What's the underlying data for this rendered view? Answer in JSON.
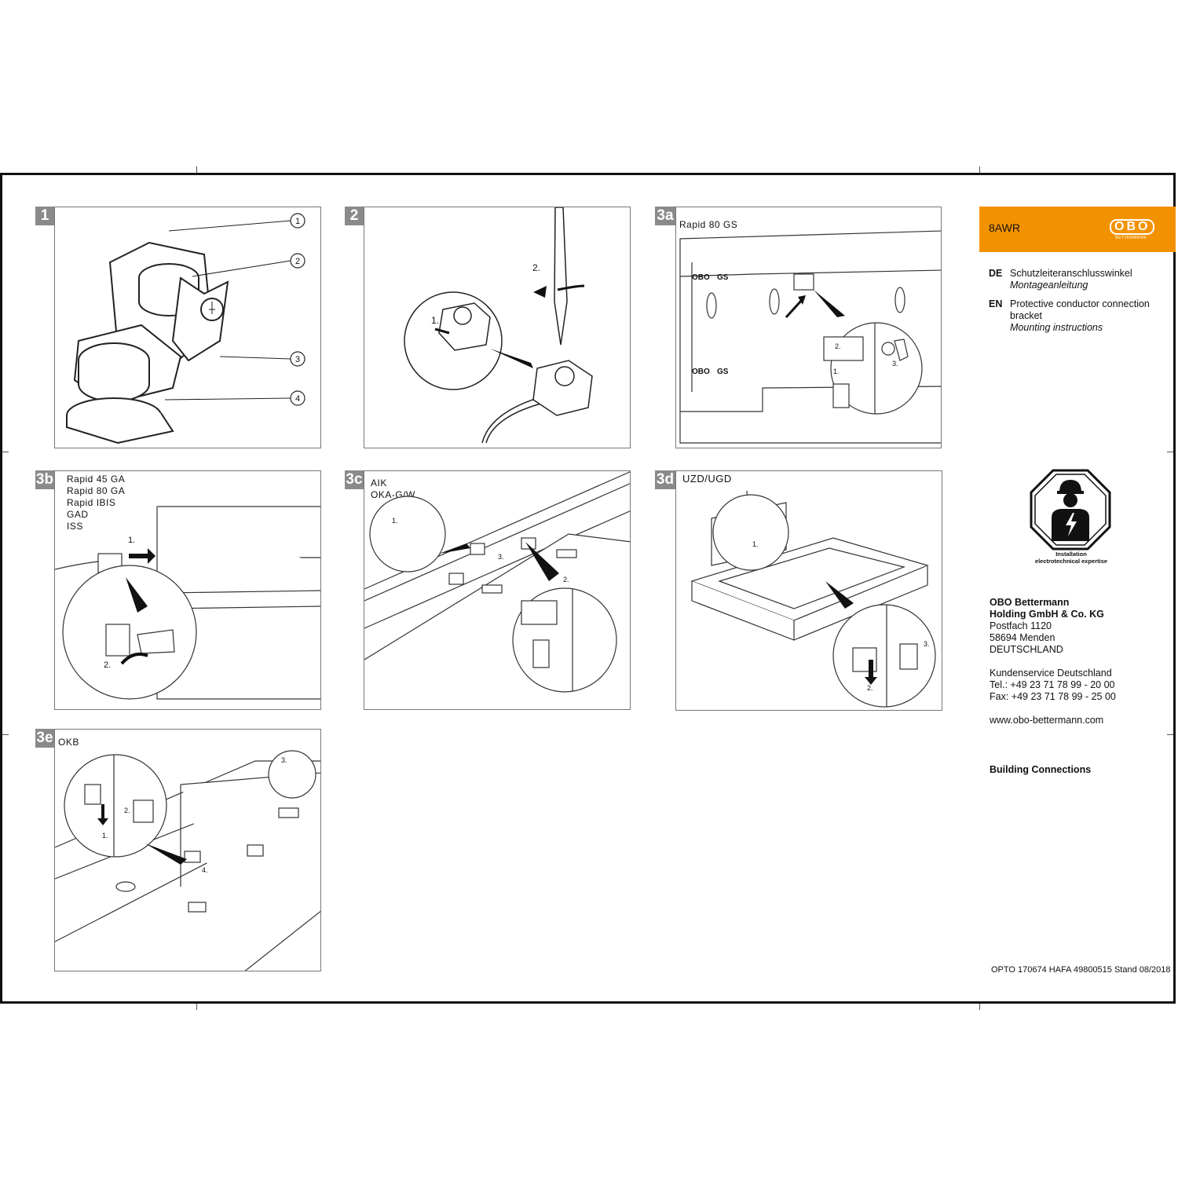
{
  "product": {
    "number": "8AWR",
    "brand_logo": "OBO",
    "brand_sub": "BETTERMANN"
  },
  "languages": [
    {
      "code": "DE",
      "title": "Schutzleiteranschlusswinkel",
      "subtitle": "Montageanleitung"
    },
    {
      "code": "EN",
      "title": "Protective conductor connection bracket",
      "subtitle": "Mounting instructions"
    }
  ],
  "warning": {
    "icon": "electrician-hazard-icon",
    "caption_line1": "Installation",
    "caption_line2": "electrotechnical expertise"
  },
  "company": {
    "name_line1": "OBO Bettermann",
    "name_line2": "Holding GmbH & Co. KG",
    "address": [
      "Postfach 1120",
      "58694 Menden",
      "DEUTSCHLAND"
    ],
    "service_title": "Kundenservice Deutschland",
    "tel": "Tel.: +49 23 71 78 99 - 20 00",
    "fax": "Fax: +49 23 71 78 99 - 25 00",
    "web": "www.obo-bettermann.com",
    "division": "Building Connections"
  },
  "footer": {
    "document_code": "OPTO 170674 HAFA 49800515 Stand 08/2018"
  },
  "steps": [
    {
      "id": "1",
      "label": "",
      "callouts": [
        "1",
        "2",
        "3",
        "4"
      ]
    },
    {
      "id": "2",
      "label": "",
      "callouts": [
        "1.",
        "2."
      ]
    },
    {
      "id": "3a",
      "label": "Rapid 80 GS",
      "callouts": [
        "1.",
        "2.",
        "3."
      ],
      "markings": [
        "OBO",
        "GS"
      ]
    },
    {
      "id": "3b",
      "label": "Rapid 45 GA\nRapid 80 GA\nRapid IBIS\nGAD\nISS",
      "callouts": [
        "1.",
        "2."
      ]
    },
    {
      "id": "3c",
      "label": "AIK\nOKA-G/W",
      "callouts": [
        "1.",
        "2.",
        "3."
      ]
    },
    {
      "id": "3d",
      "label": "UZD/UGD",
      "callouts": [
        "1.",
        "2.",
        "3."
      ]
    },
    {
      "id": "3e",
      "label": "OKB",
      "callouts": [
        "1.",
        "2.",
        "3.",
        "4."
      ]
    }
  ],
  "colors": {
    "accent": "#f39200",
    "badge": "#8a8a8a",
    "frame": "#111111",
    "panel_border": "#777777"
  }
}
